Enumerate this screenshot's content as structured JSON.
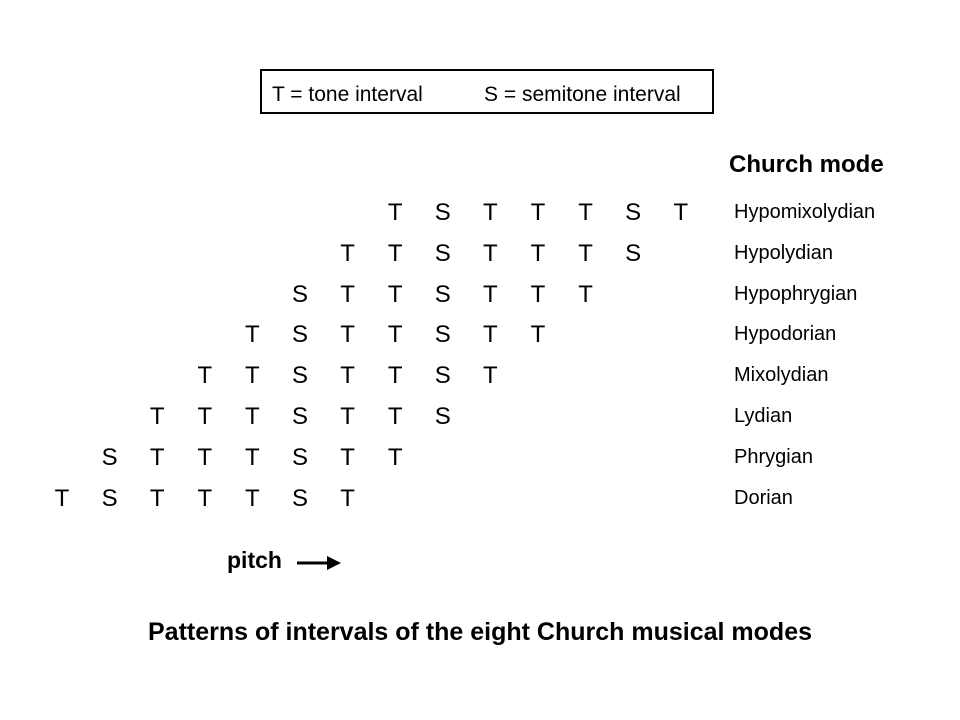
{
  "legend": {
    "tone": "T = tone interval",
    "semitone": "S = semitone interval"
  },
  "mode_heading": "Church mode",
  "rows": [
    {
      "mode": "Hypomixolydian",
      "start_step": 8,
      "intervals": [
        "T",
        "S",
        "T",
        "T",
        "T",
        "S",
        "T"
      ]
    },
    {
      "mode": "Hypolydian",
      "start_step": 7,
      "intervals": [
        "T",
        "T",
        "S",
        "T",
        "T",
        "T",
        "S"
      ]
    },
    {
      "mode": "Hypophrygian",
      "start_step": 6,
      "intervals": [
        "S",
        "T",
        "T",
        "S",
        "T",
        "T",
        "T"
      ]
    },
    {
      "mode": "Hypodorian",
      "start_step": 5,
      "intervals": [
        "T",
        "S",
        "T",
        "T",
        "S",
        "T",
        "T"
      ]
    },
    {
      "mode": "Mixolydian",
      "start_step": 4,
      "intervals": [
        "T",
        "T",
        "S",
        "T",
        "T",
        "S",
        "T"
      ]
    },
    {
      "mode": "Lydian",
      "start_step": 3,
      "intervals": [
        "T",
        "T",
        "T",
        "S",
        "T",
        "T",
        "S"
      ]
    },
    {
      "mode": "Phrygian",
      "start_step": 2,
      "intervals": [
        "S",
        "T",
        "T",
        "T",
        "S",
        "T",
        "T"
      ]
    },
    {
      "mode": "Dorian",
      "start_step": 1,
      "intervals": [
        "T",
        "S",
        "T",
        "T",
        "T",
        "S",
        "T"
      ]
    }
  ],
  "pitch_label": "pitch",
  "caption": "Patterns of intervals of the eight Church musical modes"
}
